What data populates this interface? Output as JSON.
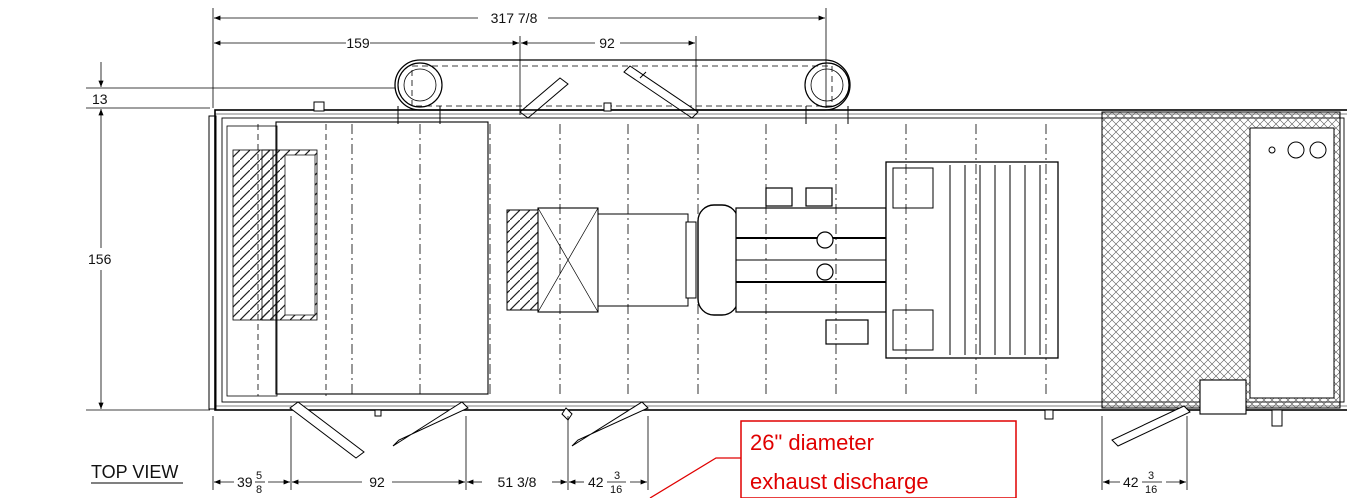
{
  "view_label": "TOP VIEW",
  "callout": {
    "line1": "26\" diameter",
    "line2": "exhaust discharge",
    "color": "#e00000"
  },
  "dimensions": {
    "overall_length": "317 7/8",
    "top_left_segment": "159",
    "top_middle_segment": "92",
    "top_offset": "13",
    "overall_width": "156",
    "bottom_first_whole": "39",
    "bottom_first_num": "5",
    "bottom_first_den": "8",
    "bottom_second": "92",
    "bottom_third": "51 3/8",
    "bottom_fourth_whole": "42",
    "bottom_fourth_num": "3",
    "bottom_fourth_den": "16",
    "bottom_last_whole": "42",
    "bottom_last_num": "3",
    "bottom_last_den": "16"
  }
}
